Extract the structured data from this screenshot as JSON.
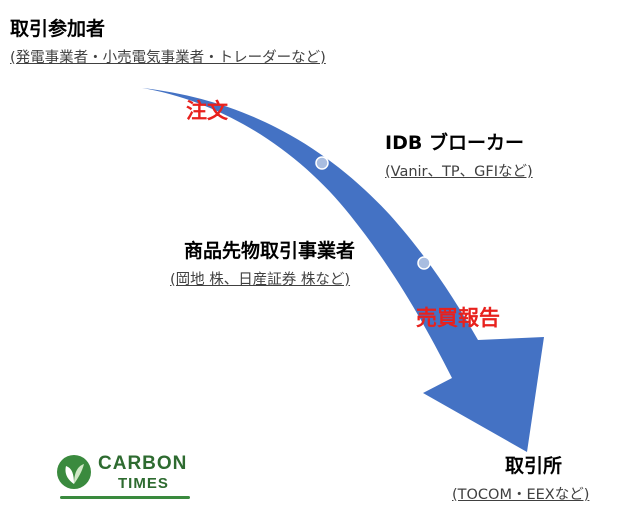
{
  "participants": {
    "title": "取引参加者",
    "subtitle": "(発電事業者・小売電気事業者・トレーダーなど)"
  },
  "idb": {
    "title": "IDB ブローカー",
    "subtitle": "(Vanir、TP、GFIなど)"
  },
  "futures": {
    "title": "商品先物取引事業者",
    "subtitle": "(岡地 株、日産証券 株など)"
  },
  "exchange": {
    "title": "取引所",
    "subtitle": "(TOCOM・EEXなど)"
  },
  "labels": {
    "order": "注文",
    "trade_report": "売買報告"
  },
  "logo": {
    "line1": "CARBON",
    "line2": "TIMES"
  },
  "colors": {
    "arrow": "#4472c4",
    "label_red": "#e8211d",
    "logo_green": "#3a8a3e"
  }
}
